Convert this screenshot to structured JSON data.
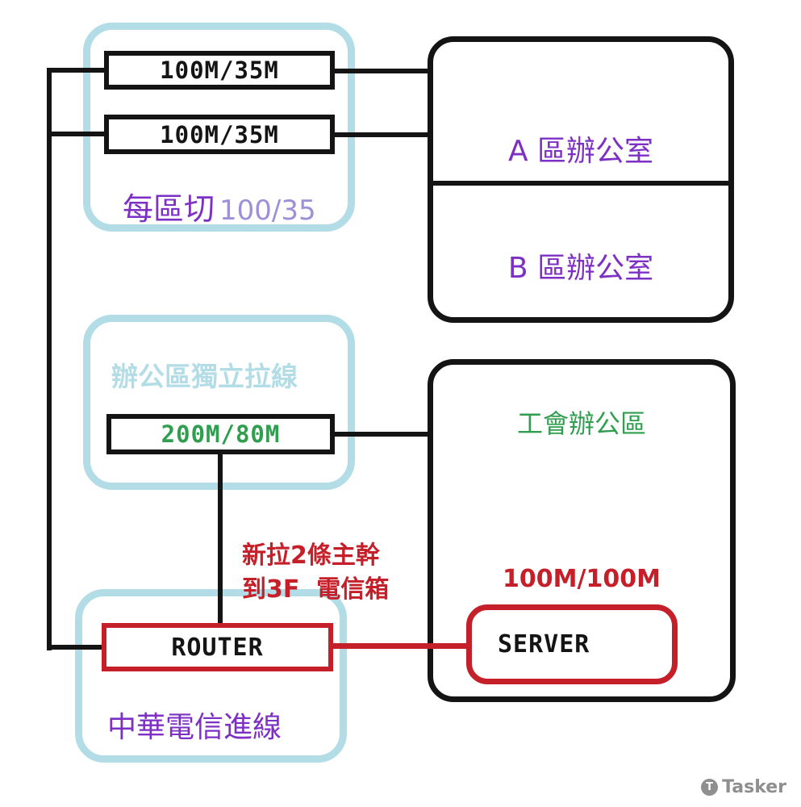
{
  "colors": {
    "light_blue": "#b3dde6",
    "purple": "#7e2fc4",
    "purple_light": "#9d8fd8",
    "green": "#2f9e4e",
    "red": "#c5202a",
    "ink": "#141414",
    "gray": "#8f8f8f"
  },
  "top_group": {
    "link1": "100M/35M",
    "link2": "100M/35M",
    "caption_main": "每區切",
    "caption_sub": "100/35"
  },
  "office_block": {
    "zone_a": "A 區辦公室",
    "zone_b": "B 區辦公室"
  },
  "middle_group": {
    "caption": "辦公區獨立拉線",
    "link": "200M/80M"
  },
  "union_block": {
    "title": "工會辦公區",
    "bandwidth": "100M/100M",
    "server": "SERVER"
  },
  "bottom_group": {
    "router": "ROUTER",
    "caption": "中華電信進線"
  },
  "annotation": {
    "line1": "新拉2條主幹",
    "line2": "到3F  電信箱"
  },
  "watermark": "Tasker"
}
